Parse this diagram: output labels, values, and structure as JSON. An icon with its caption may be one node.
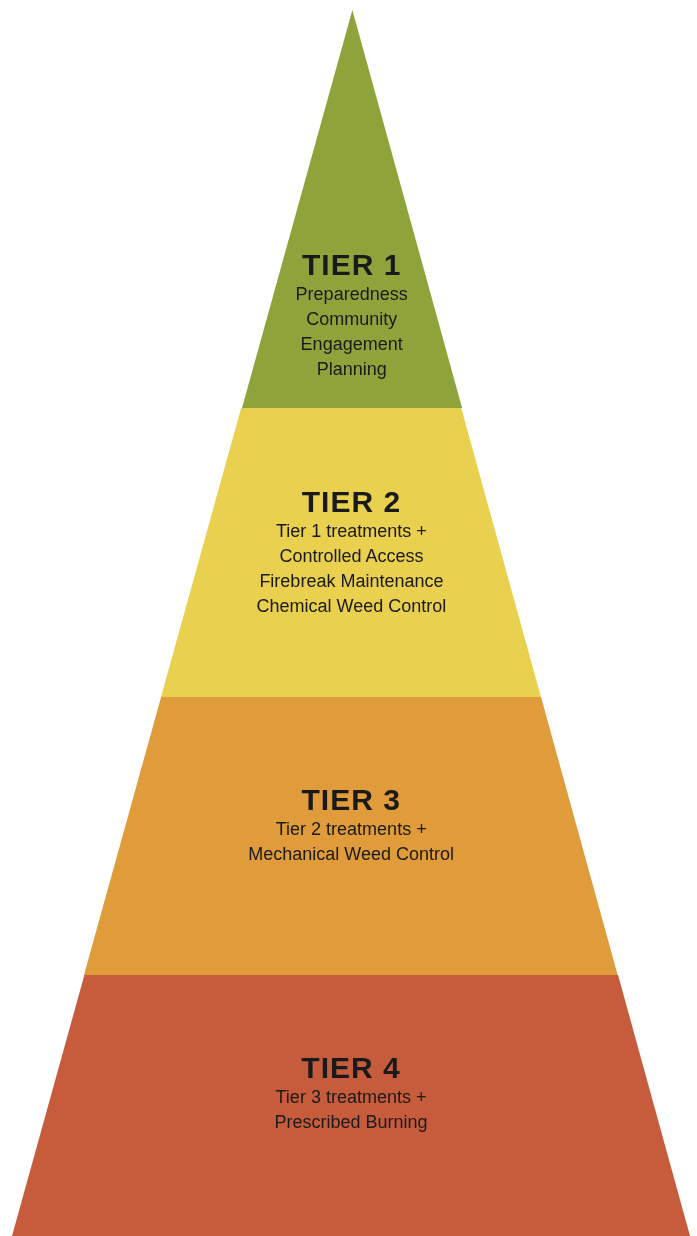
{
  "diagram": {
    "nodes": [
      {
        "text": [
          "TIER 1",
          "Preparedness",
          "Community Engagement",
          "Planning"
        ]
      },
      {
        "text": [
          "TIER 2",
          "Tier 1 treatments +",
          "Controlled Access",
          "Firebreak Maintenance",
          "Chemical Weed Control"
        ]
      },
      {
        "text": [
          "TIER 3",
          "Tier 2 treatments +",
          "Mechanical Weed Control"
        ]
      },
      {
        "text": [
          "TIER 4",
          "Tier 3 treatments +",
          "Prescribed Burning"
        ]
      }
    ]
  }
}
